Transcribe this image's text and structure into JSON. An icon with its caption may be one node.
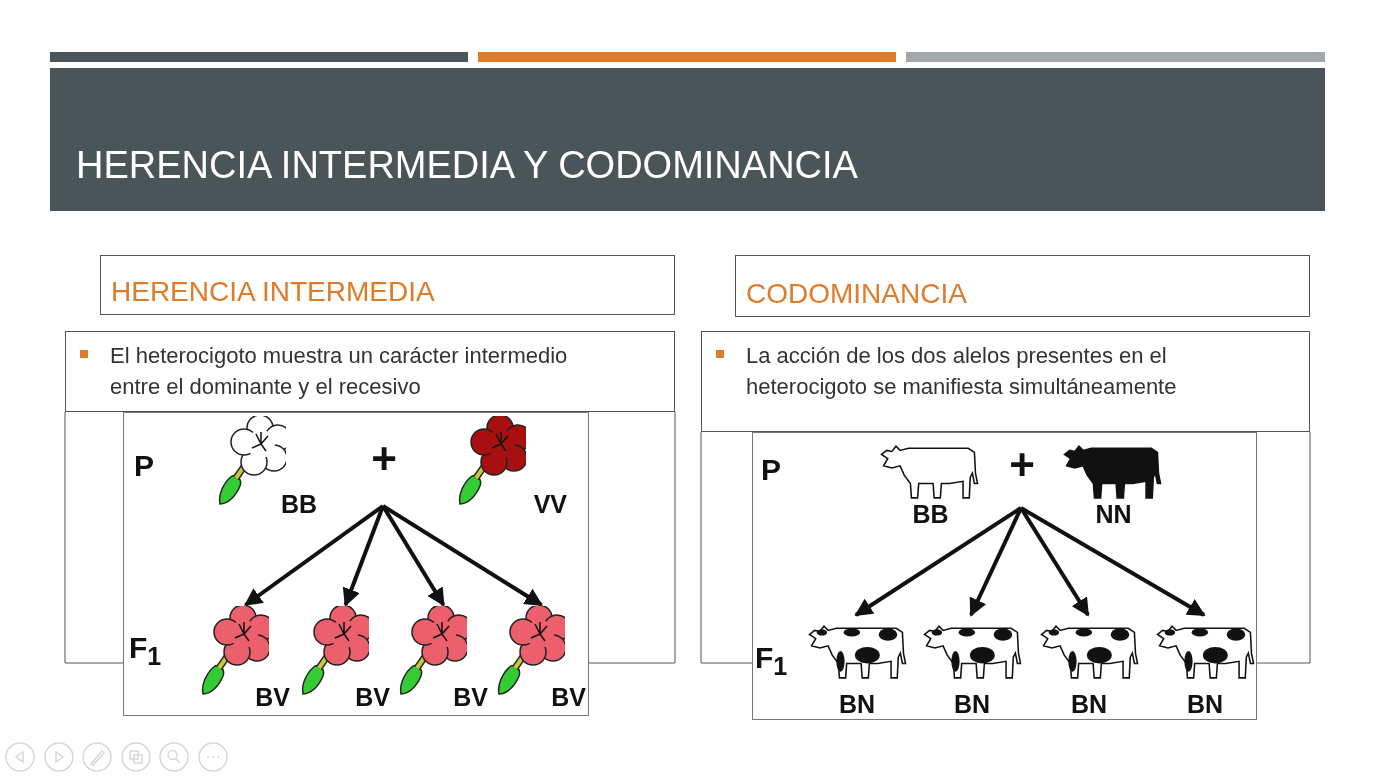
{
  "diagram": {
    "title": "HERENCIA INTERMEDIA Y CODOMINANCIA",
    "nodes": [
      {
        "text": [
          "HERENCIA INTERMEDIA"
        ]
      },
      {
        "text": [
          "El heterocigoto muestra un carácter intermedio entre el dominante y el recesivo"
        ]
      },
      {
        "text": [
          "P",
          "F$_{1}$"
        ]
      },
      {
        "text": [
          "BB"
        ],
        "in": 2
      },
      {
        "text": [
          "+"
        ],
        "in": 2
      },
      {
        "text": [
          "VV"
        ],
        "in": 2
      },
      {
        "text": [
          "BV"
        ],
        "in": 2
      },
      {
        "text": [
          "BV"
        ],
        "in": 2
      },
      {
        "text": [
          "BV"
        ],
        "in": 2
      },
      {
        "text": [
          "BV"
        ],
        "in": 2
      },
      {
        "text": [
          "CODOMINANCIA"
        ]
      },
      {
        "text": [
          "La acción de los dos alelos presentes en el heterocigoto se manifiesta simultáneamente"
        ]
      },
      {
        "text": [
          "P",
          "F$_{1}$"
        ]
      },
      {
        "text": [
          "BB"
        ],
        "in": 12
      },
      {
        "text": [
          "+"
        ],
        "in": 12
      },
      {
        "text": [
          "NN"
        ],
        "in": 12
      },
      {
        "text": [
          "BN"
        ],
        "in": 12
      },
      {
        "text": [
          "BN"
        ],
        "in": 12
      },
      {
        "text": [
          "BN"
        ],
        "in": 12
      },
      {
        "text": [
          "BN"
        ],
        "in": 12
      }
    ],
    "edges": [
      {
        "from": 4,
        "to": 6,
        "arrow": "to"
      },
      {
        "from": 4,
        "to": 7,
        "arrow": "to"
      },
      {
        "from": 4,
        "to": 8,
        "arrow": "to"
      },
      {
        "from": 4,
        "to": 9,
        "arrow": "to"
      },
      {
        "from": 14,
        "to": 16,
        "arrow": "to"
      },
      {
        "from": 14,
        "to": 17,
        "arrow": "to"
      },
      {
        "from": 14,
        "to": 18,
        "arrow": "to"
      },
      {
        "from": 14,
        "to": 19,
        "arrow": "to"
      }
    ]
  }
}
